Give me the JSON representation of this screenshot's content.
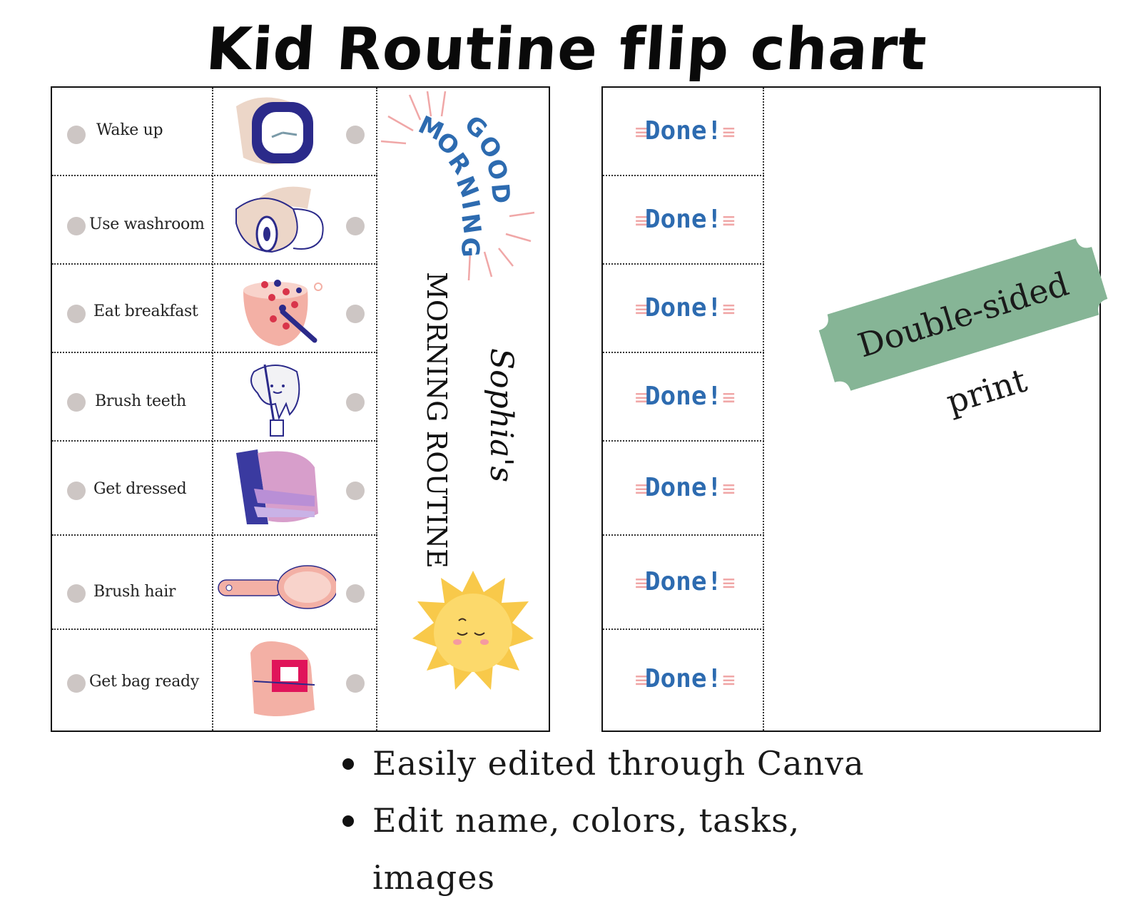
{
  "title": "Kid Routine flip chart",
  "chart": {
    "heading_top": "GOOD",
    "heading_bottom": "MORNING",
    "routine_title": "MORNING ROUTINE",
    "child_name": "Sophia's",
    "tasks": [
      {
        "label": "Wake up",
        "icon": "clock-icon"
      },
      {
        "label": "Use washroom",
        "icon": "toilet-paper-icon"
      },
      {
        "label": "Eat breakfast",
        "icon": "cereal-bowl-icon"
      },
      {
        "label": "Brush teeth",
        "icon": "tooth-brush-icon"
      },
      {
        "label": "Get dressed",
        "icon": "folded-clothes-icon"
      },
      {
        "label": "Brush hair",
        "icon": "hairbrush-icon"
      },
      {
        "label": "Get bag ready",
        "icon": "backpack-icon"
      }
    ],
    "done_label": "Done!",
    "badge": "Double-sided print"
  },
  "bullets": [
    "Easily edited through Canva",
    "Edit name, colors, tasks, images"
  ],
  "colors": {
    "dot": "#cdc6c4",
    "done_blue": "#2d6bb0",
    "burst_pink": "#f0a7a7",
    "ribbon_green": "#86b596",
    "sun_yellow": "#f8c94a"
  }
}
